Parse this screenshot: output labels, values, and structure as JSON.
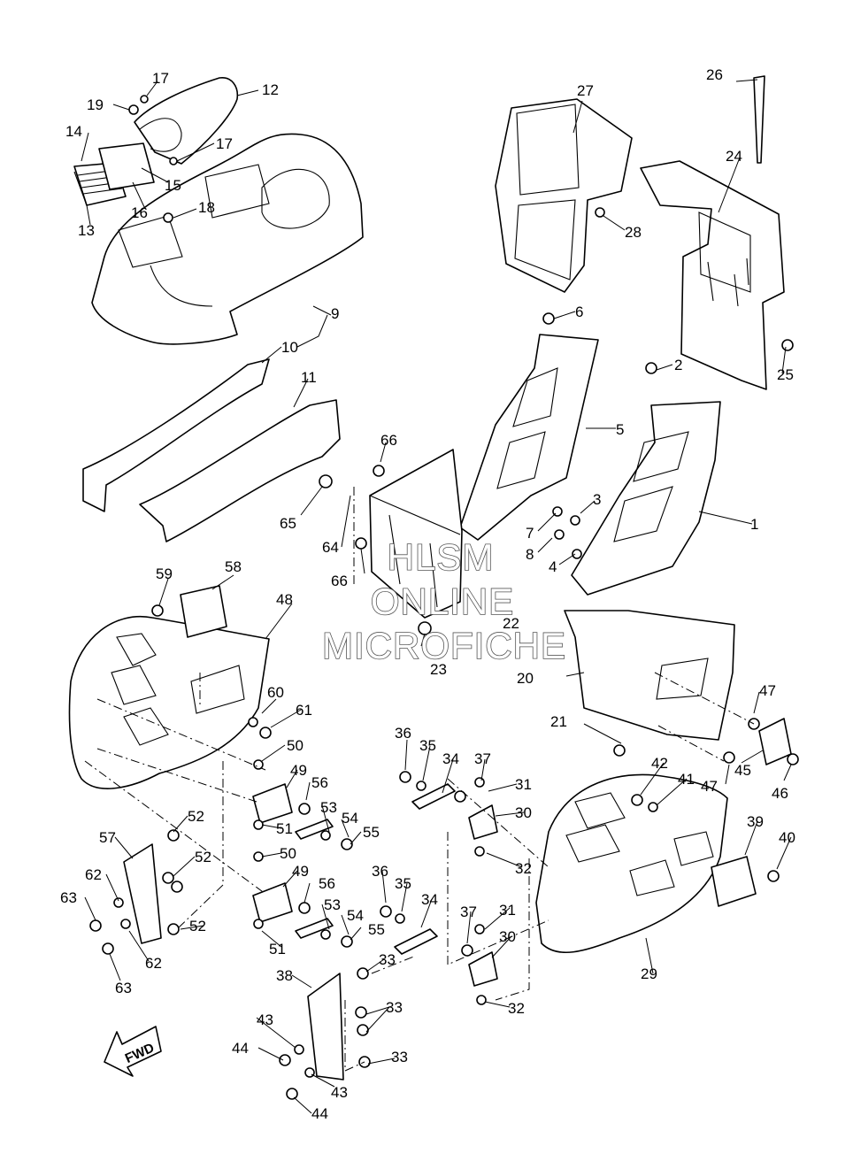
{
  "diagram": {
    "callouts": [
      {
        "id": "c12",
        "text": "12"
      },
      {
        "id": "c17a",
        "text": "17"
      },
      {
        "id": "c19",
        "text": "19"
      },
      {
        "id": "c17b",
        "text": "17"
      },
      {
        "id": "c14",
        "text": "14"
      },
      {
        "id": "c15",
        "text": "15"
      },
      {
        "id": "c16",
        "text": "16"
      },
      {
        "id": "c13",
        "text": "13"
      },
      {
        "id": "c18",
        "text": "18"
      },
      {
        "id": "c27",
        "text": "27"
      },
      {
        "id": "c28",
        "text": "28"
      },
      {
        "id": "c26",
        "text": "26"
      },
      {
        "id": "c24",
        "text": "24"
      },
      {
        "id": "c25",
        "text": "25"
      },
      {
        "id": "c6",
        "text": "6"
      },
      {
        "id": "c2",
        "text": "2"
      },
      {
        "id": "c9",
        "text": "9"
      },
      {
        "id": "c10",
        "text": "10"
      },
      {
        "id": "c11",
        "text": "11"
      },
      {
        "id": "c5",
        "text": "5"
      },
      {
        "id": "c1",
        "text": "1"
      },
      {
        "id": "c66a",
        "text": "66"
      },
      {
        "id": "c65",
        "text": "65"
      },
      {
        "id": "c64",
        "text": "64"
      },
      {
        "id": "c66b",
        "text": "66"
      },
      {
        "id": "c3",
        "text": "3"
      },
      {
        "id": "c7",
        "text": "7"
      },
      {
        "id": "c8",
        "text": "8"
      },
      {
        "id": "c4",
        "text": "4"
      },
      {
        "id": "c22",
        "text": "22"
      },
      {
        "id": "c23",
        "text": "23"
      },
      {
        "id": "c20",
        "text": "20"
      },
      {
        "id": "c47a",
        "text": "47"
      },
      {
        "id": "c21",
        "text": "21"
      },
      {
        "id": "c45",
        "text": "45"
      },
      {
        "id": "c47b",
        "text": "47"
      },
      {
        "id": "c46",
        "text": "46"
      },
      {
        "id": "c59",
        "text": "59"
      },
      {
        "id": "c58",
        "text": "58"
      },
      {
        "id": "c48",
        "text": "48"
      },
      {
        "id": "c60",
        "text": "60"
      },
      {
        "id": "c61",
        "text": "61"
      },
      {
        "id": "c50a",
        "text": "50"
      },
      {
        "id": "c49a",
        "text": "49"
      },
      {
        "id": "c56a",
        "text": "56"
      },
      {
        "id": "c53a",
        "text": "53"
      },
      {
        "id": "c54a",
        "text": "54"
      },
      {
        "id": "c55a",
        "text": "55"
      },
      {
        "id": "c51a",
        "text": "51"
      },
      {
        "id": "c52a",
        "text": "52"
      },
      {
        "id": "c57",
        "text": "57"
      },
      {
        "id": "c52b",
        "text": "52"
      },
      {
        "id": "c62a",
        "text": "62"
      },
      {
        "id": "c63a",
        "text": "63"
      },
      {
        "id": "c52c",
        "text": "52"
      },
      {
        "id": "c62b",
        "text": "62"
      },
      {
        "id": "c63b",
        "text": "63"
      },
      {
        "id": "c50b",
        "text": "50"
      },
      {
        "id": "c49b",
        "text": "49"
      },
      {
        "id": "c56b",
        "text": "56"
      },
      {
        "id": "c53b",
        "text": "53"
      },
      {
        "id": "c54b",
        "text": "54"
      },
      {
        "id": "c55b",
        "text": "55"
      },
      {
        "id": "c51b",
        "text": "51"
      },
      {
        "id": "c36a",
        "text": "36"
      },
      {
        "id": "c35a",
        "text": "35"
      },
      {
        "id": "c34a",
        "text": "34"
      },
      {
        "id": "c37a",
        "text": "37"
      },
      {
        "id": "c31a",
        "text": "31"
      },
      {
        "id": "c30a",
        "text": "30"
      },
      {
        "id": "c32a",
        "text": "32"
      },
      {
        "id": "c42",
        "text": "42"
      },
      {
        "id": "c41",
        "text": "41"
      },
      {
        "id": "c39",
        "text": "39"
      },
      {
        "id": "c40",
        "text": "40"
      },
      {
        "id": "c29",
        "text": "29"
      },
      {
        "id": "c36b",
        "text": "36"
      },
      {
        "id": "c35b",
        "text": "35"
      },
      {
        "id": "c34b",
        "text": "34"
      },
      {
        "id": "c37b",
        "text": "37"
      },
      {
        "id": "c31b",
        "text": "31"
      },
      {
        "id": "c30b",
        "text": "30"
      },
      {
        "id": "c33a",
        "text": "33"
      },
      {
        "id": "c38",
        "text": "38"
      },
      {
        "id": "c33b",
        "text": "33"
      },
      {
        "id": "c32b",
        "text": "32"
      },
      {
        "id": "c43a",
        "text": "43"
      },
      {
        "id": "c44a",
        "text": "44"
      },
      {
        "id": "c43b",
        "text": "43"
      },
      {
        "id": "c33c",
        "text": "33"
      },
      {
        "id": "c44b",
        "text": "44"
      }
    ],
    "watermark": [
      "HLSM",
      "ONLINE",
      "MICROFICHE"
    ],
    "fwd_label": "FWD"
  }
}
